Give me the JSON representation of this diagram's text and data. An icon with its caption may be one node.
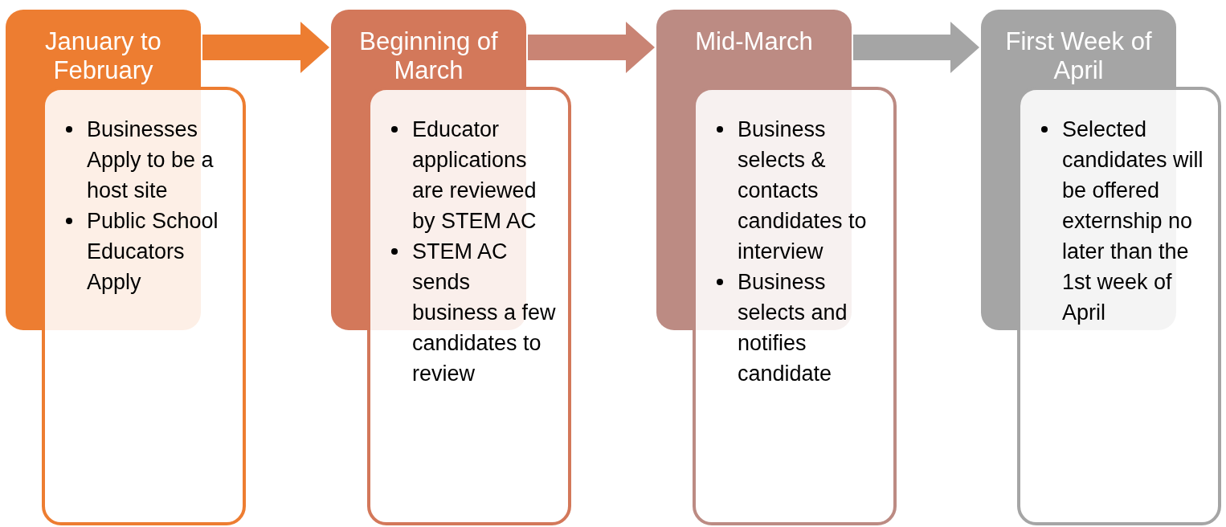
{
  "diagram": {
    "nodes": [
      {
        "text": [
          "January to February"
        ]
      },
      {
        "text": [
          "Businesses Apply to be a host site",
          "Public School Educators Apply"
        ]
      },
      {
        "text": [
          "Beginning of March"
        ]
      },
      {
        "text": [
          "Educator applications are reviewed by STEM AC",
          "STEM AC sends business a few candidates to review"
        ]
      },
      {
        "text": [
          "Mid-March"
        ]
      },
      {
        "text": [
          "Business selects & contacts candidates to interview",
          "Business selects and notifies candidate"
        ]
      },
      {
        "text": [
          "First Week of April"
        ]
      },
      {
        "text": [
          "Selected candidates will be offered externship no later than the 1st week of April"
        ]
      }
    ],
    "edges": [
      {
        "from": 0,
        "to": 2,
        "arrow": "to",
        "color": "#ed7d31"
      },
      {
        "from": 2,
        "to": 4,
        "arrow": "to",
        "color": "#c98474"
      },
      {
        "from": 4,
        "to": 6,
        "arrow": "to",
        "color": "#a5a5a5"
      }
    ]
  }
}
